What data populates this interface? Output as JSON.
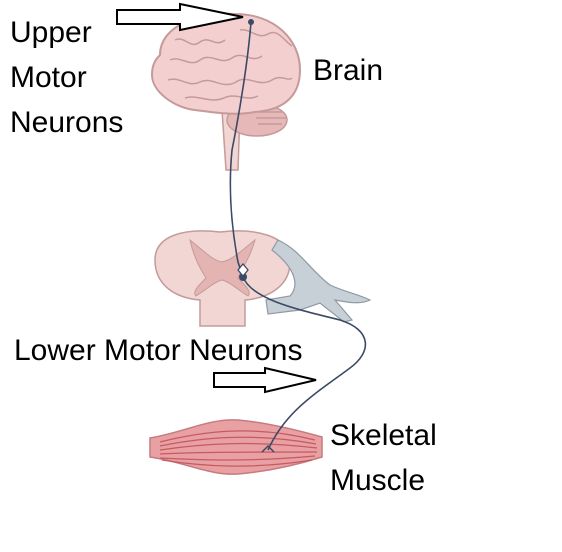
{
  "labels": {
    "upper_motor_neurons": [
      "Upper",
      "Motor",
      "Neurons"
    ],
    "brain": "Brain",
    "lower_motor_neurons": "Lower Motor Neurons",
    "skeletal_muscle": [
      "Skeletal",
      "Muscle"
    ]
  },
  "colors": {
    "brain_fill": "#f4cfcf",
    "brain_stroke": "#c49a9a",
    "cord_fill": "#f2d6d3",
    "cord_gray": "#e3b4b2",
    "nerve_fill": "#c8d0d7",
    "muscle_fill": "#e8a0a2",
    "muscle_stripe": "#c55a62",
    "neuron_line": "#3b4a66",
    "arrow": "#000000"
  }
}
